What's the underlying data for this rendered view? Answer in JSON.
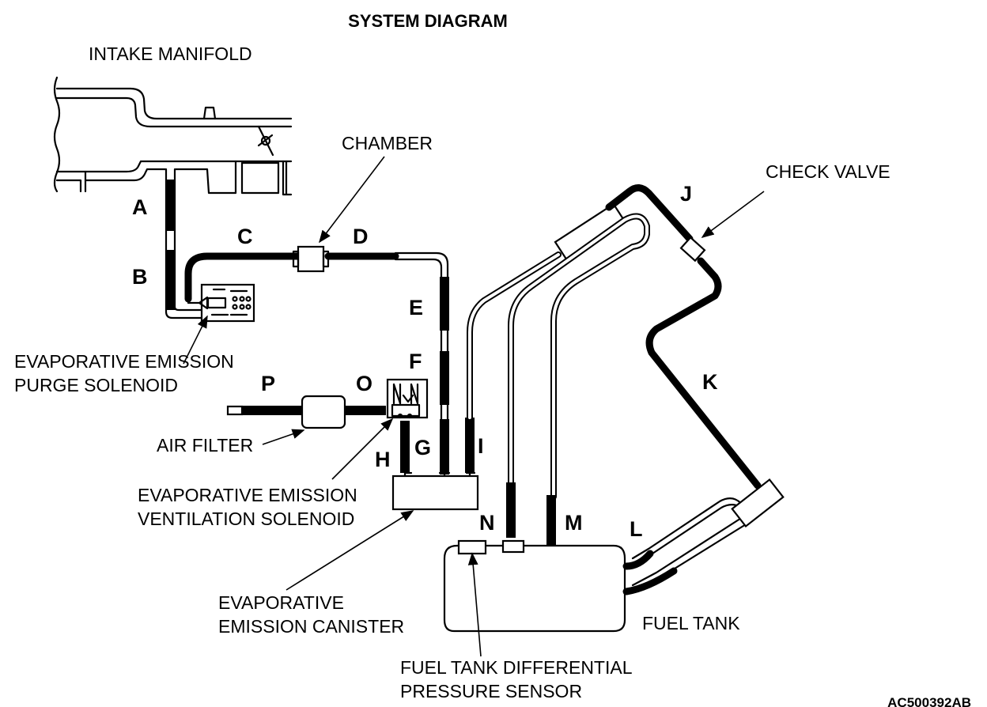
{
  "title": "SYSTEM DIAGRAM",
  "labels": {
    "intake_manifold": "INTAKE MANIFOLD",
    "chamber": "CHAMBER",
    "check_valve": "CHECK VALVE",
    "purge_solenoid_1": "EVAPORATIVE EMISSION",
    "purge_solenoid_2": "PURGE SOLENOID",
    "air_filter": "AIR FILTER",
    "ventilation_solenoid_1": "EVAPORATIVE EMISSION",
    "ventilation_solenoid_2": "VENTILATION SOLENOID",
    "canister_1": "EVAPORATIVE",
    "canister_2": "EMISSION CANISTER",
    "fuel_tank": "FUEL TANK",
    "pressure_sensor_1": "FUEL TANK DIFFERENTIAL",
    "pressure_sensor_2": "PRESSURE SENSOR"
  },
  "hose_letters": {
    "a": "A",
    "b": "B",
    "c": "C",
    "d": "D",
    "e": "E",
    "f": "F",
    "g": "G",
    "h": "H",
    "i": "I",
    "j": "J",
    "k": "K",
    "l": "L",
    "m": "M",
    "n": "N",
    "o": "O",
    "p": "P"
  },
  "figure_code": "AC500392AB"
}
